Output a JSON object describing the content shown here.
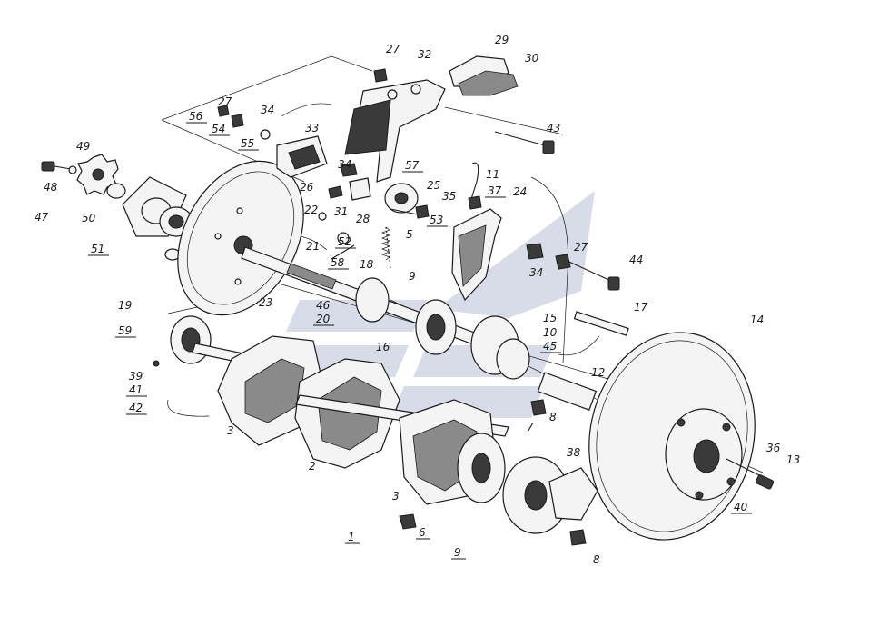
{
  "watermark": {
    "color": "#b8c0d6"
  },
  "labels": [
    {
      "id": "l27a",
      "text": "27"
    },
    {
      "id": "l32",
      "text": "32"
    },
    {
      "id": "l29",
      "text": "29"
    },
    {
      "id": "l30",
      "text": "30"
    },
    {
      "id": "l56",
      "text": "56"
    },
    {
      "id": "l27b",
      "text": "27"
    },
    {
      "id": "l34a",
      "text": "34"
    },
    {
      "id": "l54",
      "text": "54"
    },
    {
      "id": "l55",
      "text": "55"
    },
    {
      "id": "l33",
      "text": "33"
    },
    {
      "id": "l43",
      "text": "43"
    },
    {
      "id": "l49",
      "text": "49"
    },
    {
      "id": "l48",
      "text": "48"
    },
    {
      "id": "l47",
      "text": "47"
    },
    {
      "id": "l50",
      "text": "50"
    },
    {
      "id": "l51",
      "text": "51"
    },
    {
      "id": "l34b",
      "text": "34"
    },
    {
      "id": "l57",
      "text": "57"
    },
    {
      "id": "l26",
      "text": "26"
    },
    {
      "id": "l25",
      "text": "25"
    },
    {
      "id": "l35",
      "text": "35"
    },
    {
      "id": "l11",
      "text": "11"
    },
    {
      "id": "l37",
      "text": "37"
    },
    {
      "id": "l24",
      "text": "24"
    },
    {
      "id": "l22",
      "text": "22"
    },
    {
      "id": "l31",
      "text": "31"
    },
    {
      "id": "l28",
      "text": "28"
    },
    {
      "id": "l53",
      "text": "53"
    },
    {
      "id": "l21",
      "text": "21"
    },
    {
      "id": "l52",
      "text": "52"
    },
    {
      "id": "l5",
      "text": "5"
    },
    {
      "id": "l58",
      "text": "58"
    },
    {
      "id": "l18",
      "text": "18"
    },
    {
      "id": "l34c",
      "text": "34"
    },
    {
      "id": "l27c",
      "text": "27"
    },
    {
      "id": "l44",
      "text": "44"
    },
    {
      "id": "l9a",
      "text": "9"
    },
    {
      "id": "l19",
      "text": "19"
    },
    {
      "id": "l23",
      "text": "23"
    },
    {
      "id": "l46",
      "text": "46"
    },
    {
      "id": "l20",
      "text": "20"
    },
    {
      "id": "l17",
      "text": "17"
    },
    {
      "id": "l59",
      "text": "59"
    },
    {
      "id": "l15",
      "text": "15"
    },
    {
      "id": "l14",
      "text": "14"
    },
    {
      "id": "l16",
      "text": "16"
    },
    {
      "id": "l10",
      "text": "10"
    },
    {
      "id": "l45",
      "text": "45"
    },
    {
      "id": "l39",
      "text": "39"
    },
    {
      "id": "l41",
      "text": "41"
    },
    {
      "id": "l42",
      "text": "42"
    },
    {
      "id": "l12",
      "text": "12"
    },
    {
      "id": "l8a",
      "text": "8"
    },
    {
      "id": "l7",
      "text": "7"
    },
    {
      "id": "l3a",
      "text": "3"
    },
    {
      "id": "l38",
      "text": "38"
    },
    {
      "id": "l36",
      "text": "36"
    },
    {
      "id": "l13",
      "text": "13"
    },
    {
      "id": "l2",
      "text": "2"
    },
    {
      "id": "l40",
      "text": "40"
    },
    {
      "id": "l3b",
      "text": "3"
    },
    {
      "id": "l6",
      "text": "6"
    },
    {
      "id": "l1",
      "text": "1"
    },
    {
      "id": "l9b",
      "text": "9"
    },
    {
      "id": "l8b",
      "text": "8"
    }
  ]
}
